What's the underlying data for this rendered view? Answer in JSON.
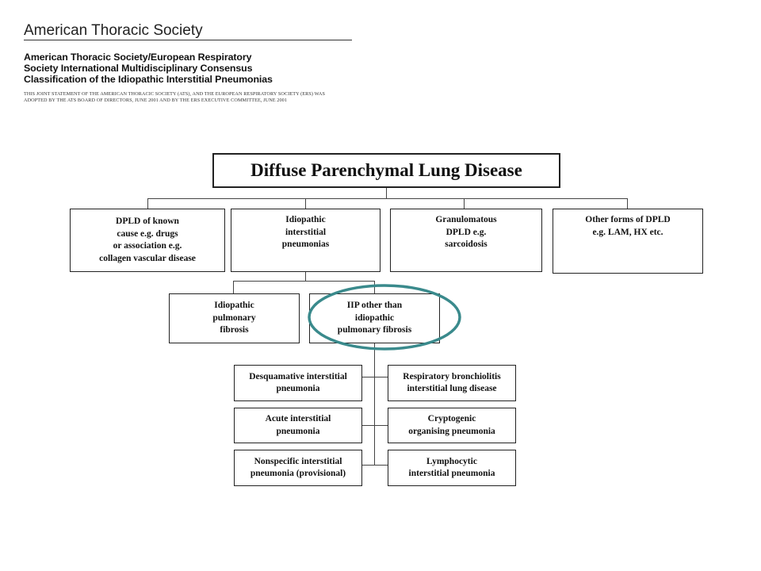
{
  "header": {
    "society": "American Thoracic Society",
    "title_lines": [
      "American Thoracic Society/European Respiratory",
      "Society International Multidisciplinary Consensus",
      "Classification of the Idiopathic Interstitial Pneumonias"
    ],
    "note_lines": [
      "THIS JOINT STATEMENT OF THE AMERICAN THORACIC SOCIETY (ATS), AND THE EUROPEAN RESPIRATORY SOCIETY (ERS) WAS",
      "ADOPTED BY THE ATS BOARD OF DIRECTORS, JUNE 2001 AND BY THE ERS EXECUTIVE COMMITTEE, JUNE 2001"
    ]
  },
  "diagram": {
    "root": "Diffuse Parenchymal Lung Disease",
    "level1": [
      {
        "id": "known-cause",
        "lines": [
          "DPLD of known",
          "cause e.g. drugs",
          "or association e.g.",
          "collagen vascular disease"
        ]
      },
      {
        "id": "idiopathic-interstitial",
        "lines": [
          "Idiopathic",
          "interstitial",
          "pneumonias"
        ]
      },
      {
        "id": "granulomatous",
        "lines": [
          "Granulomatous",
          "DPLD e.g.",
          "sarcoidosis"
        ]
      },
      {
        "id": "other-forms",
        "lines": [
          "Other forms of DPLD",
          "e.g. LAM, HX etc."
        ]
      }
    ],
    "level2": [
      {
        "id": "ipf",
        "lines": [
          "Idiopathic",
          "pulmonary",
          "fibrosis"
        ]
      },
      {
        "id": "iip-other",
        "lines": [
          "IIP other than",
          "idiopathic",
          "pulmonary fibrosis"
        ]
      }
    ],
    "level3_left": [
      {
        "id": "dip",
        "lines": [
          "Desquamative interstitial",
          "pneumonia"
        ]
      },
      {
        "id": "aip",
        "lines": [
          "Acute interstitial",
          "pneumonia"
        ]
      },
      {
        "id": "nsip",
        "lines": [
          "Nonspecific interstitial",
          "pneumonia (provisional)"
        ]
      }
    ],
    "level3_right": [
      {
        "id": "rb-ild",
        "lines": [
          "Respiratory bronchiolitis",
          "interstitial lung disease"
        ]
      },
      {
        "id": "cop",
        "lines": [
          "Cryptogenic",
          "organising pneumonia"
        ]
      },
      {
        "id": "lip",
        "lines": [
          "Lymphocytic",
          "interstitial pneumonia"
        ]
      }
    ],
    "highlight_color": "#3a8a8c"
  }
}
